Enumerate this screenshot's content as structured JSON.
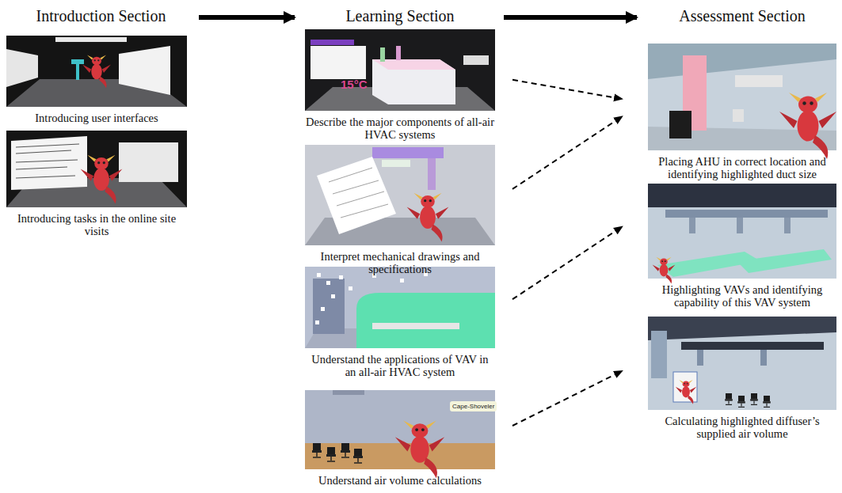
{
  "diagram": {
    "nodes": [
      {
        "text": [
          "Introduction Section"
        ]
      },
      {
        "text": [
          "Learning Section"
        ]
      },
      {
        "text": [
          "Assessment Section"
        ]
      },
      {
        "text": [
          "Introducing user interfaces"
        ]
      },
      {
        "text": [
          "Introducing tasks in the online site visits"
        ]
      },
      {
        "text": [
          "Describe the major components of all-air HVAC systems"
        ]
      },
      {
        "text": [
          "Interpret mechanical drawings and specifications"
        ]
      },
      {
        "text": [
          "Understand the applications of VAV in an all-air HVAC system"
        ]
      },
      {
        "text": [
          "Understand air volume calculations"
        ]
      },
      {
        "text": [
          "Placing AHU in correct location and identifying highlighted duct size"
        ]
      },
      {
        "text": [
          "Highlighting VAVs and identifying capability of this VAV system"
        ]
      },
      {
        "text": [
          "Calculating highlighted diffuser’s supplied air volume"
        ]
      }
    ],
    "edges": [
      {
        "from": 0,
        "to": 1,
        "arrow": "to"
      },
      {
        "from": 1,
        "to": 2,
        "arrow": "to"
      },
      {
        "from": 5,
        "to": 9,
        "arrow": "to"
      },
      {
        "from": 6,
        "to": 9,
        "arrow": "to"
      },
      {
        "from": 7,
        "to": 10,
        "arrow": "to"
      },
      {
        "from": 8,
        "to": 11,
        "arrow": "to"
      }
    ],
    "labels": [
      "15°C",
      "Cape-Shoveler"
    ]
  }
}
